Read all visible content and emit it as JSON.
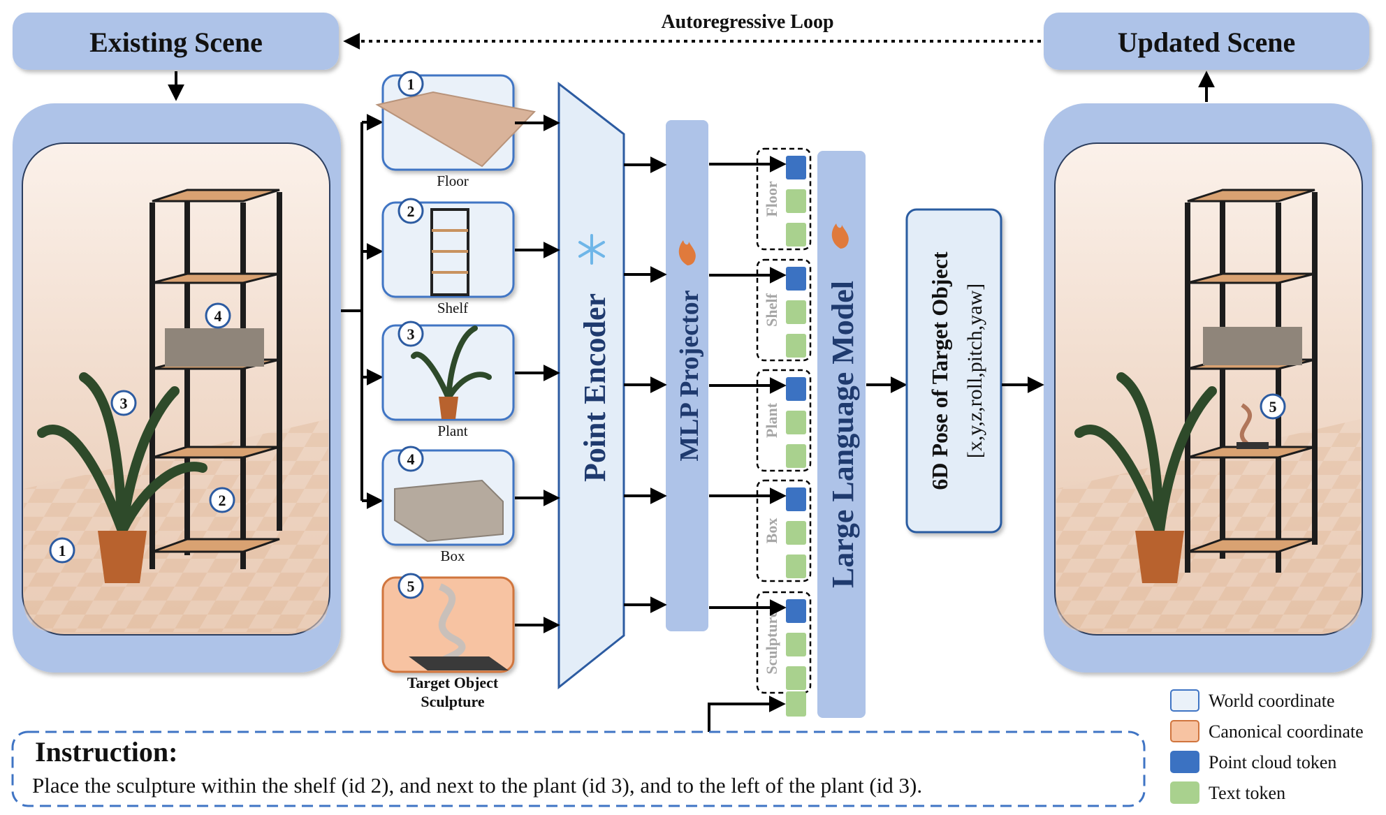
{
  "header": {
    "existing_scene": "Existing Scene",
    "updated_scene": "Updated Scene",
    "loop_label": "Autoregressive Loop"
  },
  "objects": [
    {
      "id": "1",
      "label": "Floor",
      "kind": "floor"
    },
    {
      "id": "2",
      "label": "Shelf",
      "kind": "shelf"
    },
    {
      "id": "3",
      "label": "Plant",
      "kind": "plant"
    },
    {
      "id": "4",
      "label": "Box",
      "kind": "box"
    },
    {
      "id": "5",
      "label": "Target Object",
      "label2": "Sculpture",
      "kind": "sculpture"
    }
  ],
  "scene_markers": {
    "existing": [
      "1",
      "2",
      "3",
      "4"
    ],
    "updated": [
      "5"
    ]
  },
  "modules": {
    "point_encoder": "Point Encoder",
    "mlp_projector": "MLP Projector",
    "llm": "Large Language Model",
    "output_title": "6D Pose of Target Object",
    "output_formula": "[x,y,z,roll,pitch,yaw]"
  },
  "token_groups": [
    "Floor",
    "Shelf",
    "Plant",
    "Box",
    "Sculpture"
  ],
  "instruction": {
    "title": "Instruction:",
    "text": "Place the sculpture within the shelf (id 2), and next to the plant (id 3), and to the left of the plant (id 3)."
  },
  "legend": [
    {
      "label": "World coordinate",
      "fill": "#eaf1f9",
      "stroke": "#3f74c4"
    },
    {
      "label": "Canonical coordinate",
      "fill": "#f7c3a2",
      "stroke": "#d0753e"
    },
    {
      "label": "Point cloud token",
      "fill": "#3b72c2",
      "stroke": "#3b72c2"
    },
    {
      "label": "Text token",
      "fill": "#a9d18e",
      "stroke": "#a9d18e"
    }
  ],
  "colors": {
    "panel": "#aec3e8",
    "encoder_fill": "#e3edf8",
    "encoder_stroke": "#2c5ba1",
    "title_text": "#1f3a6e",
    "canonical_fill": "#f7c3a2",
    "canonical_stroke": "#d0753e",
    "flame": "#e07a3c",
    "snow": "#6fb6e8"
  }
}
